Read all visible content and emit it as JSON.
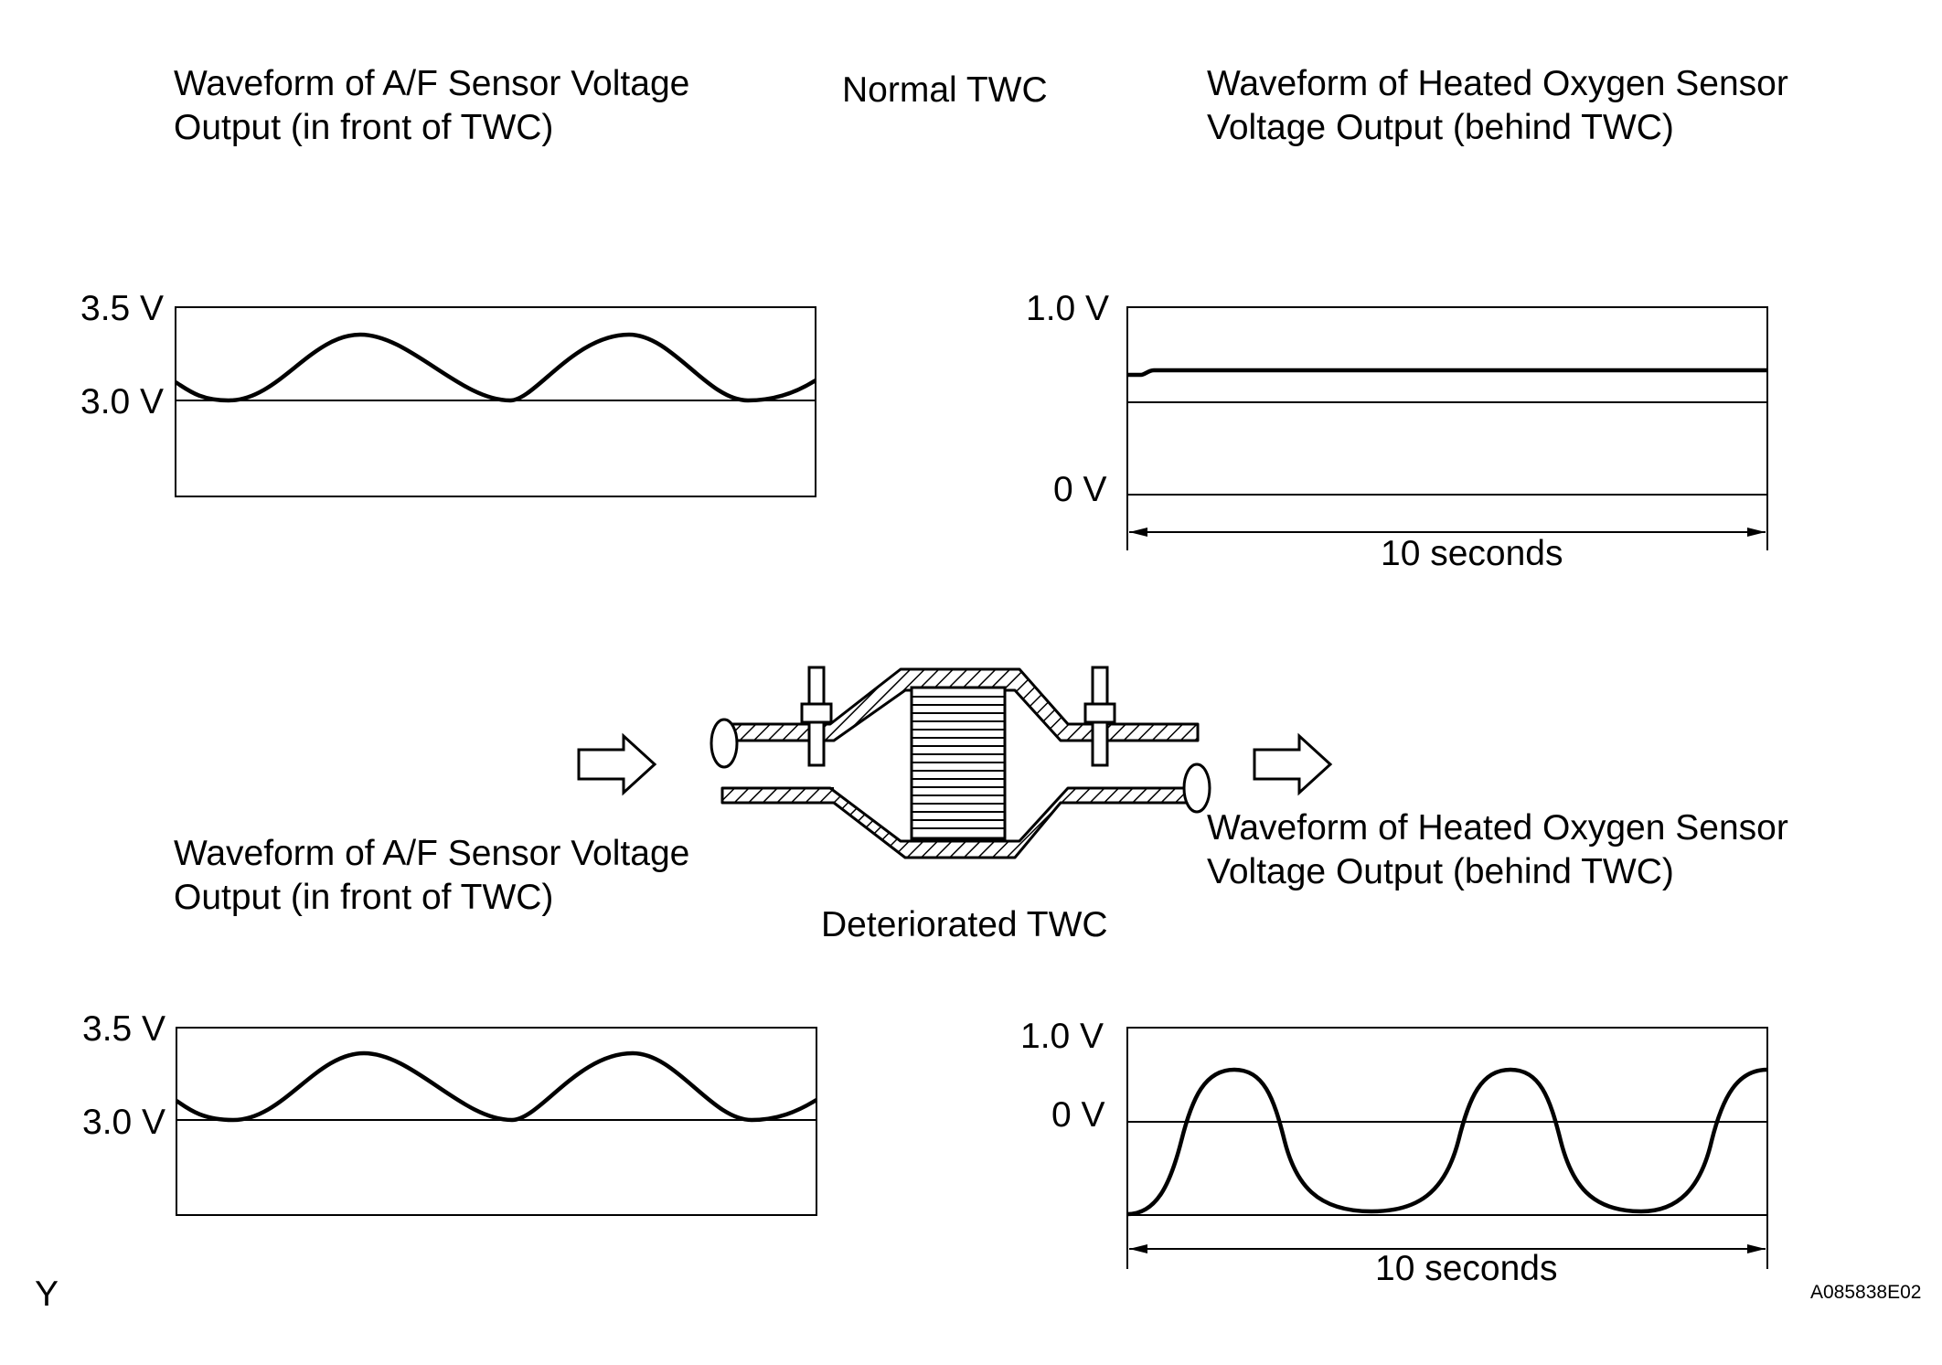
{
  "normal": {
    "heading": "Normal TWC",
    "af_title": [
      "Waveform of A/F Sensor Voltage",
      "Output (in front of TWC)"
    ],
    "ho2_title": [
      "Waveform of Heated Oxygen Sensor",
      "Voltage Output (behind TWC)"
    ],
    "af_axis": {
      "top": "3.5 V",
      "mid": "3.0 V"
    },
    "ho2_axis": {
      "top": "1.0 V",
      "bottom": "0 V"
    },
    "time_span": "10 seconds"
  },
  "deteriorated": {
    "heading": "Deteriorated TWC",
    "af_title": [
      "Waveform of A/F Sensor Voltage",
      "Output (in front of TWC)"
    ],
    "ho2_title": [
      "Waveform of Heated Oxygen Sensor",
      "Voltage Output (behind TWC)"
    ],
    "af_axis": {
      "top": "3.5 V",
      "mid": "3.0 V"
    },
    "ho2_axis": {
      "top": "1.0 V",
      "mid": "0 V"
    },
    "time_span": "10 seconds"
  },
  "corner_left": "Y",
  "figure_id": "A085838E02"
}
